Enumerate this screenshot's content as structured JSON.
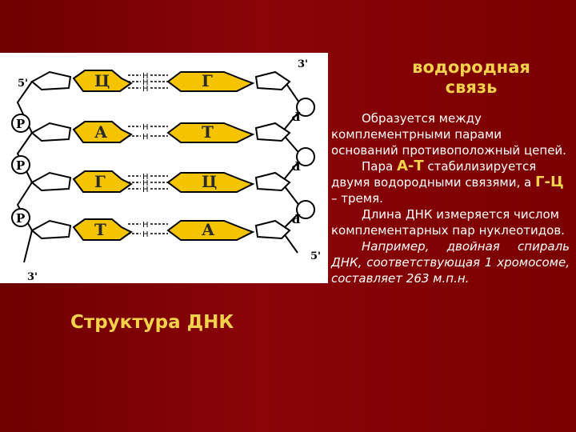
{
  "diagram": {
    "labels": {
      "five_prime_top": "5'",
      "three_prime_top": "3'",
      "five_prime_bottom": "5'",
      "three_prime_bottom": "3'",
      "phosphate": "P",
      "phosphate_rotated": "P",
      "hydrogen": "H"
    },
    "base_pairs": [
      {
        "left": "Ц",
        "right": "Г",
        "bonds": 3
      },
      {
        "left": "А",
        "right": "Т",
        "bonds": 2
      },
      {
        "left": "Г",
        "right": "Ц",
        "bonds": 3
      },
      {
        "left": "Т",
        "right": "А",
        "bonds": 2
      }
    ],
    "colors": {
      "base": "#f5c400",
      "outline": "#000000",
      "background": "#ffffff"
    }
  },
  "caption": "Структура ДНК",
  "heading": {
    "line1": "водородная",
    "line2": "связь"
  },
  "body": {
    "p1": "Образуется между комплементрными парами оснований противоположный цепей.",
    "p2_start": "Пара ",
    "p2_at": "А-Т",
    "p2_mid": " стабилизируется двумя водородными связями, а ",
    "p2_gc": "Г-Ц",
    "p2_end": " – тремя.",
    "p3": "Длина ДНК измеряется числом комплементарных пар нуклеотидов.",
    "p4": "Например, двойная спираль ДНК, соответствующая 1 хромосоме, составляет 263 м.п.н."
  },
  "colors": {
    "slide_bg": "#7a0000",
    "accent": "#f2d24a",
    "text": "#ffffff"
  }
}
